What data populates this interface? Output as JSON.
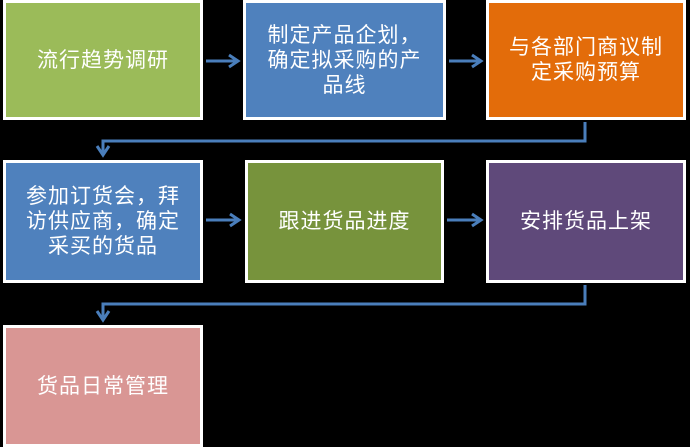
{
  "canvas": {
    "background_color": "#000000",
    "text_color": "#FFFFFF",
    "box_border_color": "#FFFFFF",
    "arrow_color": "#4A7EBB"
  },
  "flowchart": {
    "boxes": [
      {
        "id": "step-1",
        "label": "流行趋势调研",
        "color": "#9BBB59"
      },
      {
        "id": "step-2",
        "label": "制定产品企划，\n确定拟采购的产\n品线",
        "color": "#4F81BD"
      },
      {
        "id": "step-3",
        "label": "与各部门商议制\n定采购预算",
        "color": "#E36C0A"
      },
      {
        "id": "step-4",
        "label": "参加订货会，拜\n访供应商，确定\n采买的货品",
        "color": "#4F81BD"
      },
      {
        "id": "step-5",
        "label": "跟进货品进度",
        "color": "#77933C"
      },
      {
        "id": "step-6",
        "label": "安排货品上架",
        "color": "#5F497A"
      },
      {
        "id": "step-7",
        "label": "货品日常管理",
        "color": "#D99694"
      }
    ],
    "connectors": [
      {
        "from": "step-1",
        "to": "step-2",
        "style": "straight-arrow"
      },
      {
        "from": "step-2",
        "to": "step-3",
        "style": "straight-arrow"
      },
      {
        "from": "step-3",
        "to": "step-4",
        "style": "elbow-arrow"
      },
      {
        "from": "step-4",
        "to": "step-5",
        "style": "straight-arrow"
      },
      {
        "from": "step-5",
        "to": "step-6",
        "style": "straight-arrow"
      },
      {
        "from": "step-6",
        "to": "step-7",
        "style": "elbow-arrow"
      }
    ]
  }
}
